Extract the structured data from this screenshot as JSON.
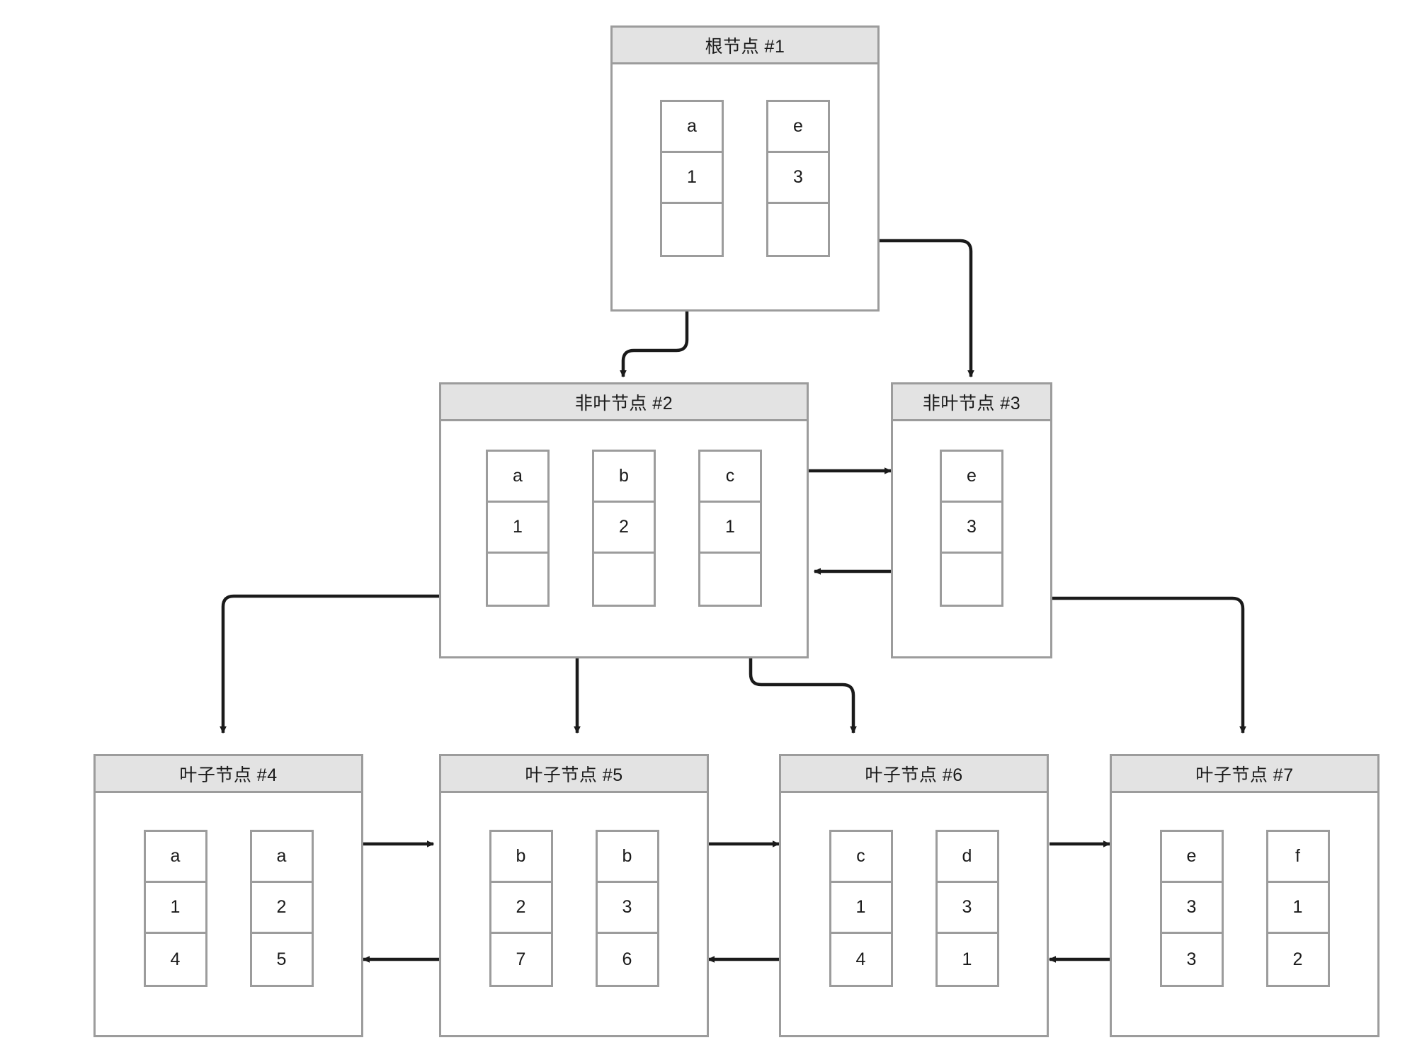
{
  "diagram": {
    "title_text": "",
    "type": "b-plus-tree",
    "colors": {
      "node_border": "#9c9c9c",
      "header_fill": "#e3e3e3",
      "cell_border": "#9c9c9c",
      "edge_stroke": "#1a1a1a",
      "text": "#1a1a1a",
      "background": "#ffffff"
    }
  },
  "nodes": [
    {
      "id": "n1",
      "title": "根节点 #1",
      "kind": "root",
      "level": 1,
      "cells": [
        {
          "key": "a",
          "value": "1",
          "pointer": ""
        },
        {
          "key": "e",
          "value": "3",
          "pointer": ""
        }
      ]
    },
    {
      "id": "n2",
      "title": "非叶节点 #2",
      "kind": "internal",
      "level": 2,
      "cells": [
        {
          "key": "a",
          "value": "1",
          "pointer": ""
        },
        {
          "key": "b",
          "value": "2",
          "pointer": ""
        },
        {
          "key": "c",
          "value": "1",
          "pointer": ""
        }
      ]
    },
    {
      "id": "n3",
      "title": "非叶节点 #3",
      "kind": "internal",
      "level": 2,
      "cells": [
        {
          "key": "e",
          "value": "3",
          "pointer": ""
        }
      ]
    },
    {
      "id": "n4",
      "title": "叶子节点 #4",
      "kind": "leaf",
      "level": 3,
      "cells": [
        {
          "key": "a",
          "value": "1",
          "extra": "4"
        },
        {
          "key": "a",
          "value": "2",
          "extra": "5"
        }
      ]
    },
    {
      "id": "n5",
      "title": "叶子节点 #5",
      "kind": "leaf",
      "level": 3,
      "cells": [
        {
          "key": "b",
          "value": "2",
          "extra": "7"
        },
        {
          "key": "b",
          "value": "3",
          "extra": "6"
        }
      ]
    },
    {
      "id": "n6",
      "title": "叶子节点 #6",
      "kind": "leaf",
      "level": 3,
      "cells": [
        {
          "key": "c",
          "value": "1",
          "extra": "4"
        },
        {
          "key": "d",
          "value": "3",
          "extra": "1"
        }
      ]
    },
    {
      "id": "n7",
      "title": "叶子节点 #7",
      "kind": "leaf",
      "level": 3,
      "cells": [
        {
          "key": "e",
          "value": "3",
          "extra": "3"
        },
        {
          "key": "f",
          "value": "1",
          "extra": "2"
        }
      ]
    }
  ],
  "edges": [
    {
      "id": "e-a-e-root",
      "from": "n1.cell0",
      "to": "n1.cell1",
      "style": "arrow-right"
    },
    {
      "id": "e-n1a-n2",
      "from": "n1.cell0.pointer",
      "to": "n2",
      "style": "elbow-down"
    },
    {
      "id": "e-n1e-n3",
      "from": "n1.cell1.pointer",
      "to": "n3",
      "style": "elbow-down"
    },
    {
      "id": "e-n2-a-b",
      "from": "n2.cell0",
      "to": "n2.cell1",
      "style": "arrow-right"
    },
    {
      "id": "e-n2-b-c",
      "from": "n2.cell1",
      "to": "n2.cell2",
      "style": "arrow-right"
    },
    {
      "id": "e-n2-n3",
      "from": "n2",
      "to": "n3",
      "style": "arrow-right"
    },
    {
      "id": "e-n3-n2",
      "from": "n3",
      "to": "n2",
      "style": "arrow-left"
    },
    {
      "id": "e-n2a-n4",
      "from": "n2.cell0.pointer",
      "to": "n4",
      "style": "elbow-down"
    },
    {
      "id": "e-n2b-n5",
      "from": "n2.cell1.pointer",
      "to": "n5",
      "style": "elbow-down"
    },
    {
      "id": "e-n2c-n6",
      "from": "n2.cell2.pointer",
      "to": "n6",
      "style": "elbow-down"
    },
    {
      "id": "e-n3e-n7",
      "from": "n3.cell0.pointer",
      "to": "n7",
      "style": "elbow-down"
    },
    {
      "id": "e-n4-c0-c1",
      "from": "n4.cell0",
      "to": "n4.cell1",
      "style": "arrow-right"
    },
    {
      "id": "e-n5-c0-c1",
      "from": "n5.cell0",
      "to": "n5.cell1",
      "style": "arrow-right"
    },
    {
      "id": "e-n6-c0-c1",
      "from": "n6.cell0",
      "to": "n6.cell1",
      "style": "arrow-right"
    },
    {
      "id": "e-n7-c0-c1",
      "from": "n7.cell0",
      "to": "n7.cell1",
      "style": "arrow-right"
    },
    {
      "id": "e-n4-n5",
      "from": "n4",
      "to": "n5",
      "style": "arrow-right"
    },
    {
      "id": "e-n5-n4",
      "from": "n5",
      "to": "n4",
      "style": "arrow-left"
    },
    {
      "id": "e-n5-n6",
      "from": "n5",
      "to": "n6",
      "style": "arrow-right"
    },
    {
      "id": "e-n6-n5",
      "from": "n6",
      "to": "n5",
      "style": "arrow-left"
    },
    {
      "id": "e-n6-n7",
      "from": "n6",
      "to": "n7",
      "style": "arrow-right"
    },
    {
      "id": "e-n7-n6",
      "from": "n7",
      "to": "n6",
      "style": "arrow-left"
    }
  ]
}
